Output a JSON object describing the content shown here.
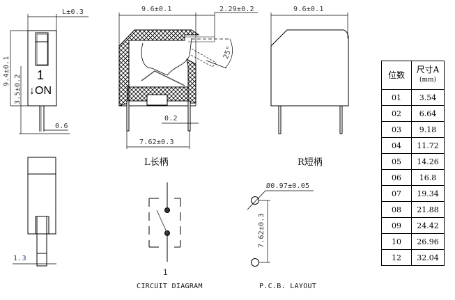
{
  "front_view": {
    "dim_width": "L±0.3",
    "dim_height": "9.4±0.1",
    "dim_lower": "3.5±0.2",
    "dim_pin": "0.6",
    "position_number": "1",
    "on_label": "ON",
    "arrow_glyph": "↓"
  },
  "side_view_L": {
    "dim_width": "9.6±0.1",
    "dim_actuator": "2.29±0.2",
    "dim_angle": "25°",
    "dim_pin_thickness": "0.2",
    "dim_pin_pitch": "7.62±0.3",
    "caption": "L长柄"
  },
  "side_view_R": {
    "dim_width": "9.6±0.1",
    "caption": "R短柄"
  },
  "bottom_view": {
    "dim_actuator_width": "1.3"
  },
  "circuit": {
    "pin_label": "1",
    "caption": "CIRCUIT DIAGRAM"
  },
  "pcb": {
    "dim_hole": "Ø0.97±0.05",
    "dim_pitch": "7.62±0.3",
    "caption": "P.C.B. LAYOUT"
  },
  "spec_table": {
    "header_positions": "位数",
    "header_size": "尺寸A",
    "header_unit": "(mm)",
    "rows": [
      {
        "positions": "01",
        "size": "3.54"
      },
      {
        "positions": "02",
        "size": "6.64"
      },
      {
        "positions": "03",
        "size": "9.18"
      },
      {
        "positions": "04",
        "size": "11.72"
      },
      {
        "positions": "05",
        "size": "14.26"
      },
      {
        "positions": "06",
        "size": "16.8"
      },
      {
        "positions": "07",
        "size": "19.34"
      },
      {
        "positions": "08",
        "size": "21.88"
      },
      {
        "positions": "09",
        "size": "24.42"
      },
      {
        "positions": "10",
        "size": "26.96"
      },
      {
        "positions": "12",
        "size": "32.04"
      }
    ]
  }
}
